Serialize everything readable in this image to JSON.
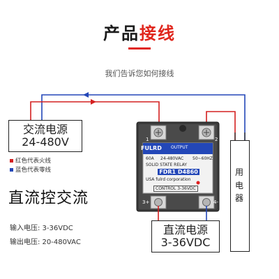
{
  "title": {
    "part1": "产品",
    "part2": "接线"
  },
  "subtitle": "我们告诉您如何接线",
  "ac_source": {
    "line1": "交流电源",
    "line2": "24-480V"
  },
  "legend": {
    "red": "红色代表火线",
    "blue": "蓝色代表零线"
  },
  "heading": "直流控交流",
  "specs": {
    "input": "输入电压: 3-36VDC",
    "output": "输出电压: 20-480VAC"
  },
  "dc_source": {
    "line1": "直流电源",
    "line2": "3-36VDC"
  },
  "load": [
    "用",
    "电",
    "器"
  ],
  "relay": {
    "brand": "FULRD",
    "output_label": "OUTPUT",
    "current": "60A",
    "voltage": "24-480VAC",
    "freq": "50~60HZ",
    "type": "SOLID STATE RELAY",
    "model": "FDR1 D4860",
    "maker": "USA fulrd corporation",
    "control": "CONTROL 3-36VDC",
    "term1": "1",
    "term2": "2",
    "term3": "3+",
    "term4": "4-"
  },
  "colors": {
    "accent": "#e0261d",
    "blue_wire": "#2347b8",
    "red_wire": "#d42020"
  }
}
